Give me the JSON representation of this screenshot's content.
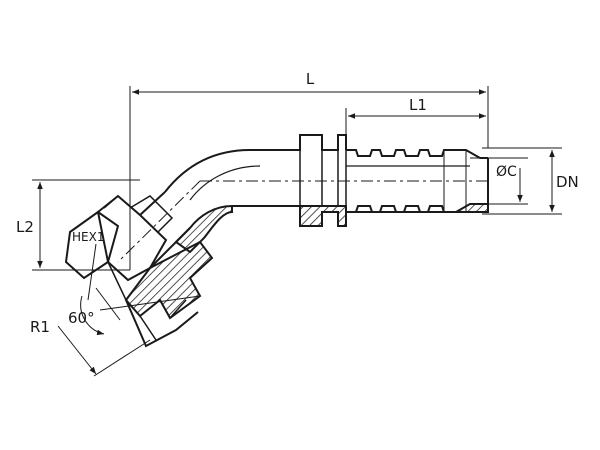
{
  "drawing": {
    "labels": {
      "L": "L",
      "L1": "L1",
      "L2": "L2",
      "DN": "DN",
      "OC": "ØC",
      "HEX1": "HEX1",
      "R1": "R1",
      "angle": "60°"
    }
  },
  "colors": {
    "ink": "#1a1a1a",
    "background": "#ffffff"
  }
}
